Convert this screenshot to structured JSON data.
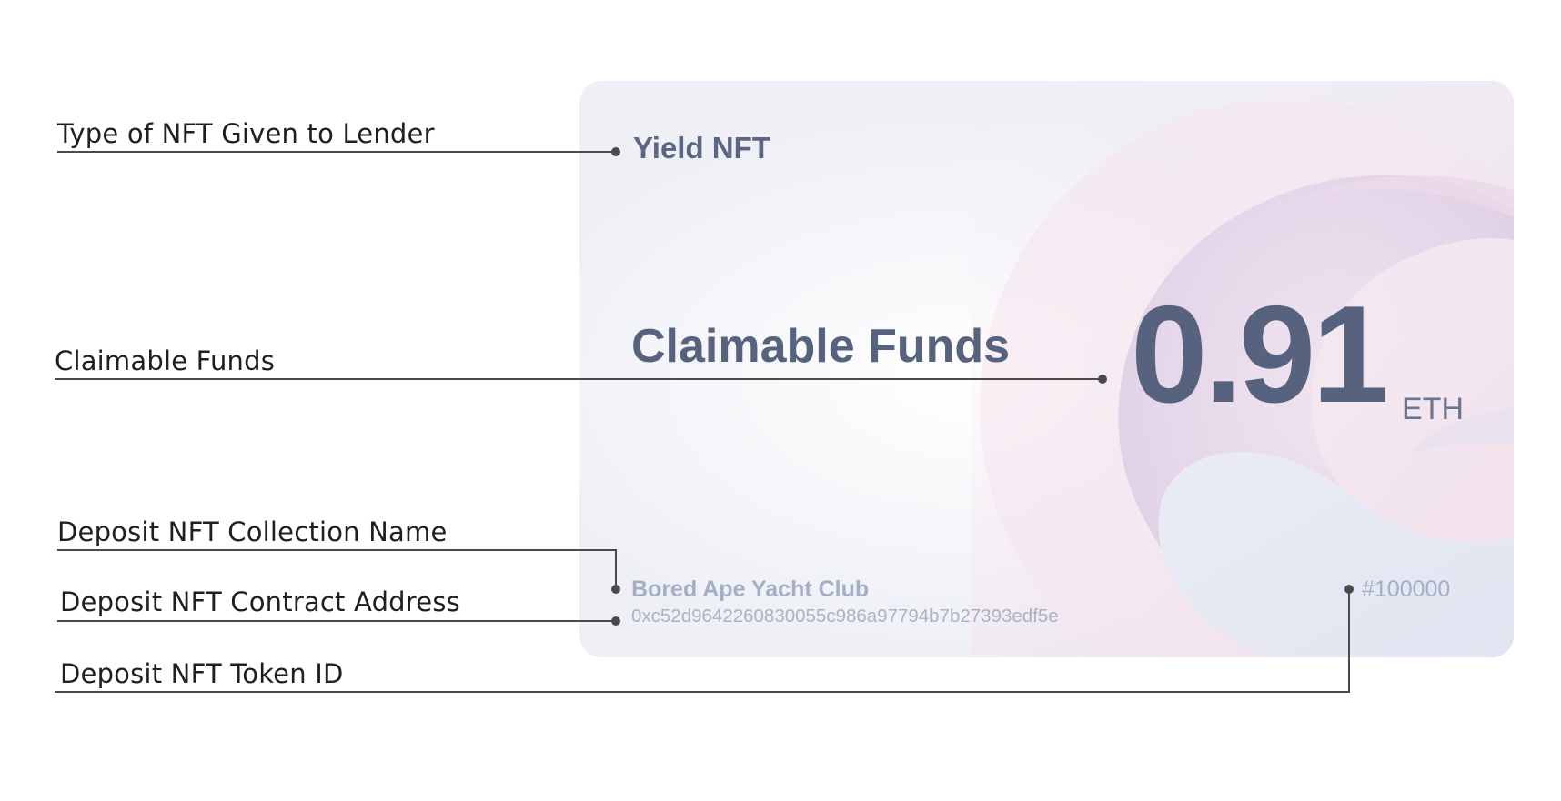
{
  "annotations": {
    "nft_type": "Type of NFT Given to Lender",
    "claimable_funds": "Claimable Funds",
    "collection_name": "Deposit NFT Collection Name",
    "contract_address": "Deposit NFT Contract Address",
    "token_id": "Deposit NFT Token ID"
  },
  "card": {
    "nft_type": "Yield NFT",
    "claim_title": "Claimable Funds",
    "amount": "0.91",
    "unit": "ETH",
    "collection": "Bored Ape Yacht Club",
    "address": "0xc52d9642260830055c986a97794b7b27393edf5e",
    "token_id": "#100000"
  },
  "colors": {
    "card_text": "#56627e",
    "muted_text": "#a3afc6",
    "leader_line": "#4a4a4a",
    "accent_pink": "#f2c9dc",
    "accent_lilac": "#dcd0e6"
  }
}
